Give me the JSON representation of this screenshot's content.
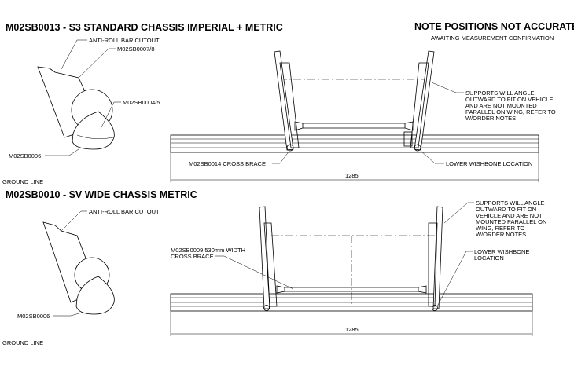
{
  "header": {
    "note_title": "NOTE POSITIONS NOT ACCURATE",
    "note_subtitle": "AWAITING MEASUREMENT CONFIRMATION"
  },
  "sections": [
    {
      "title": "M02SB0013 - S3 STANDARD CHASSIS IMPERIAL + METRIC",
      "labels": {
        "anti_roll": "ANTI-ROLL BAR CUTOUT",
        "wing_part": "M02SB0007/8",
        "bracket_part": "M02SB0004/5",
        "base_part": "M02SB0006",
        "ground": "GROUND LINE",
        "cross_brace": "M02SB0014 CROSS BRACE",
        "wishbone": [
          "LOWER WISHBONE LOCATION"
        ],
        "supports_note": [
          "SUPPORTS WILL ANGLE",
          "OUTWARD TO FIT ON VEHICLE",
          "AND ARE NOT MOUNTED",
          "PARALLEL ON WING, REFER TO",
          "W/ORDER NOTES"
        ],
        "dimension": "1285"
      }
    },
    {
      "title": "M02SB0010 - SV WIDE CHASSIS METRIC",
      "labels": {
        "anti_roll": "ANTI-ROLL BAR CUTOUT",
        "base_part": "M02SB0006",
        "ground": "GROUND LINE",
        "cross_brace": [
          "M02SB0009 530mm WIDTH",
          "CROSS BRACE"
        ],
        "wishbone": [
          "LOWER WISHBONE",
          "LOCATION"
        ],
        "supports_note": [
          "SUPPORTS WILL ANGLE",
          "OUTWARD TO FIT ON",
          "VEHICLE AND ARE NOT",
          "MOUNTED PARALLEL ON",
          "WING, REFER TO",
          "W/ORDER NOTES"
        ],
        "dimension": "1285"
      }
    }
  ]
}
